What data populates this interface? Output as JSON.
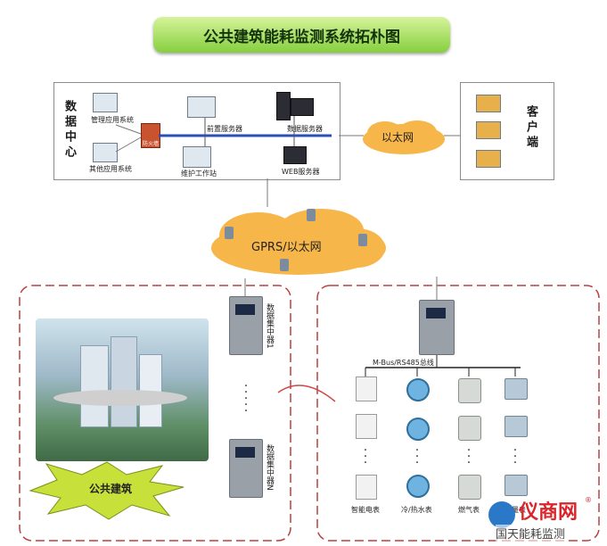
{
  "title": "公共建筑能耗监测系统拓朴图",
  "data_center": {
    "label": "数据中心",
    "mgmt_app": "管理应用系统",
    "other_app": "其他应用系统",
    "gateway": "防火墙",
    "front_server": "前置服务器",
    "data_server": "数据服务器",
    "workstation": "维护工作站",
    "web_server": "WEB服务器"
  },
  "ethernet_label": "以太网",
  "client": {
    "label": "客户端"
  },
  "cloud_label": "GPRS/以太网",
  "concentrator_1": "数据集中器1",
  "concentrator_n": "数据集中器N",
  "bus_label": "M-Bus/RS485总线",
  "building_label": "公共建筑",
  "meter_labels": {
    "elec": "智能电表",
    "water": "冷/热水表",
    "gas": "燃气表",
    "heat": "热量表"
  },
  "watermark": {
    "brand": "仪商网",
    "caption": "国天能耗监测",
    "reg": "®"
  },
  "colors": {
    "banner": "#86cf3f",
    "cloud": "#f7b64a",
    "dashed": "#b94141",
    "network_line": "#2b4fb6"
  }
}
